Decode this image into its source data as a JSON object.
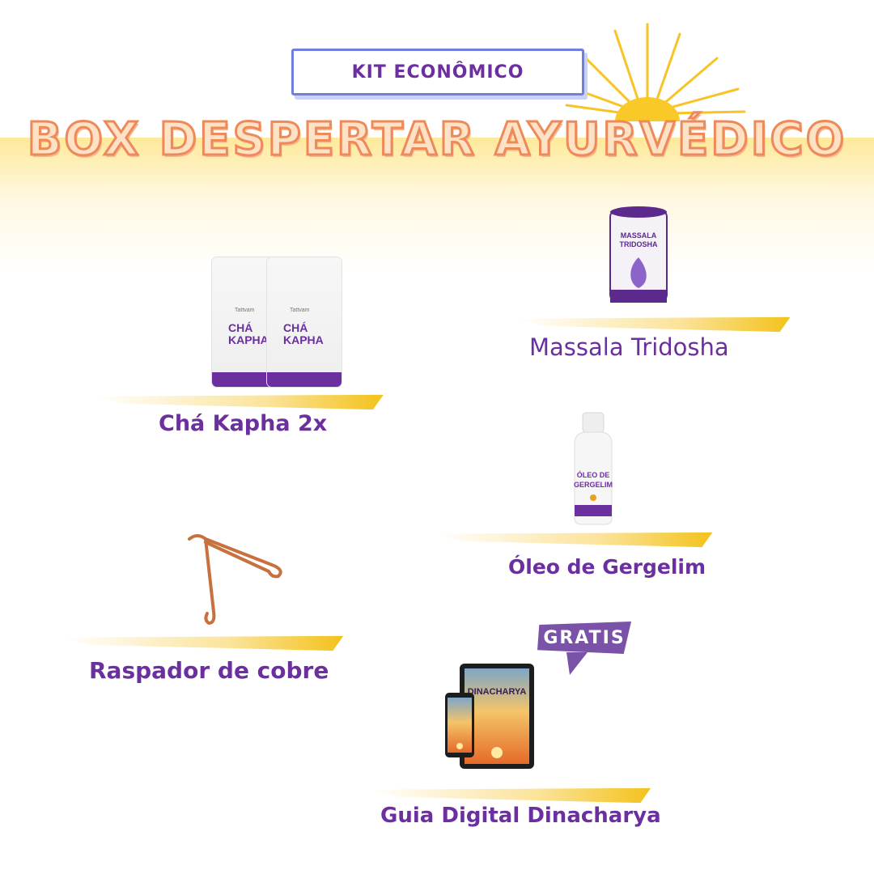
{
  "header": {
    "badge": "KIT ECONÔMICO",
    "title": "BOX DESPERTAR AYURVÉDICO"
  },
  "products": {
    "cha_kapha": {
      "label": "Chá  Kapha 2x",
      "package_brand": "Tattvam",
      "package_name": "CHÁ KAPHA"
    },
    "massala": {
      "label": "Massala Tridosha",
      "package_name": "MASSALA TRIDOSHA"
    },
    "oleo": {
      "label": "Óleo de Gergelim",
      "package_name": "ÓLEO DE GERGELIM"
    },
    "raspador": {
      "label": "Raspador de cobre"
    },
    "guia": {
      "label": "Guia Digital Dinacharya",
      "badge": "GRATIS",
      "cover_title": "DINACHARYA"
    }
  },
  "colors": {
    "purple": "#6b2fa0",
    "gold": "#f1c40f",
    "title_stroke": "#ee8a5a",
    "badge_border": "#6f7fe0"
  }
}
